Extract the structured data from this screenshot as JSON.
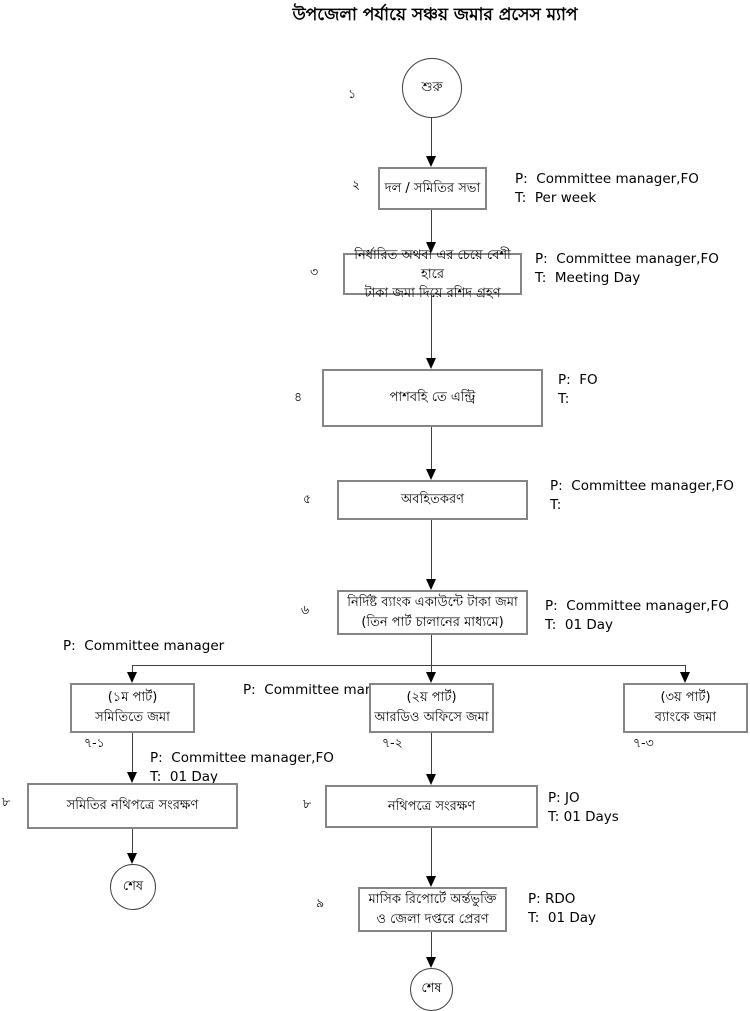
{
  "title": "উপজেলা পর্যায়ে সঞ্চয় জমার প্রসেস ম্যাপ",
  "terminators": {
    "start": "শুরু",
    "end_left": "শেষ",
    "end_bottom": "শেষ"
  },
  "boxes": {
    "meeting": {
      "line1": "দল / সমিতির সভা"
    },
    "deposit_receipt": {
      "line1": "নির্ধারিত অথবা এর চেয়ে বেশী হারে",
      "line2": "টাকা জমা দিয়ে রশিদ গ্রহণ"
    },
    "passbook_entry": {
      "line1": "পাশবহি তে এন্ট্রি"
    },
    "notification": {
      "line1": "অবহিতকরণ"
    },
    "bank_deposit": {
      "line1": "নির্দিষ্ট ব্যাংক একাউন্টে টাকা জমা",
      "line2": "(তিন পার্ট চালানের মাধ্যমে)"
    },
    "part1": {
      "line1": "(১ম পার্ট)",
      "line2": "সমিতিতে জমা"
    },
    "part2": {
      "line1": "(২য় পার্ট)",
      "line2": "আরডিও অফিসে জমা"
    },
    "part3": {
      "line1": "(৩য় পার্ট)",
      "line2": "ব্যাংকে জমা"
    },
    "samity_records": {
      "line1": "সমিতির নথিপত্রে সংরক্ষণ"
    },
    "records": {
      "line1": "নথিপত্রে সংরক্ষণ"
    },
    "monthly_report": {
      "line1": "মাসিক রিপোর্টে অর্ন্তভুক্তি",
      "line2": "ও জেলা দপ্তরে প্রেরণ"
    }
  },
  "step_numbers": {
    "n1": "১",
    "n2": "২",
    "n3": "৩",
    "n4": "৪",
    "n5": "৫",
    "n6": "৬",
    "n7_1": "৭-১",
    "n7_2": "৭-২",
    "n7_3": "৭-৩",
    "n8_left": "৮",
    "n8_mid": "৮",
    "n9": "৯"
  },
  "annotations": {
    "a2": {
      "p": "P:  Committee manager,FO",
      "t": "T:  Per week"
    },
    "a3": {
      "p": "P:  Committee manager,FO",
      "t": "T:  Meeting Day"
    },
    "a4": {
      "p": "P:  FO",
      "t": "T:"
    },
    "a5": {
      "p": "P:  Committee manager,FO",
      "t": "T:"
    },
    "a6": {
      "p": "P:  Committee manager,FO",
      "t": "T:  01 Day"
    },
    "branch_left": {
      "p": "P:  Committee manager"
    },
    "branch_mid": {
      "p": "P:  Committee manager"
    },
    "a8_left": {
      "p": "P:  Committee manager,FO",
      "t": "T:  01 Day"
    },
    "a8_mid": {
      "p": "P: JO",
      "t": "T: 01 Days"
    },
    "a9": {
      "p": "P: RDO",
      "t": "T:  01 Day"
    }
  },
  "colors": {
    "background": "#ffffff",
    "text": "#000000",
    "box_border": "#858585",
    "connector_line": "#3f3f3f",
    "arrowhead": "#000000"
  }
}
